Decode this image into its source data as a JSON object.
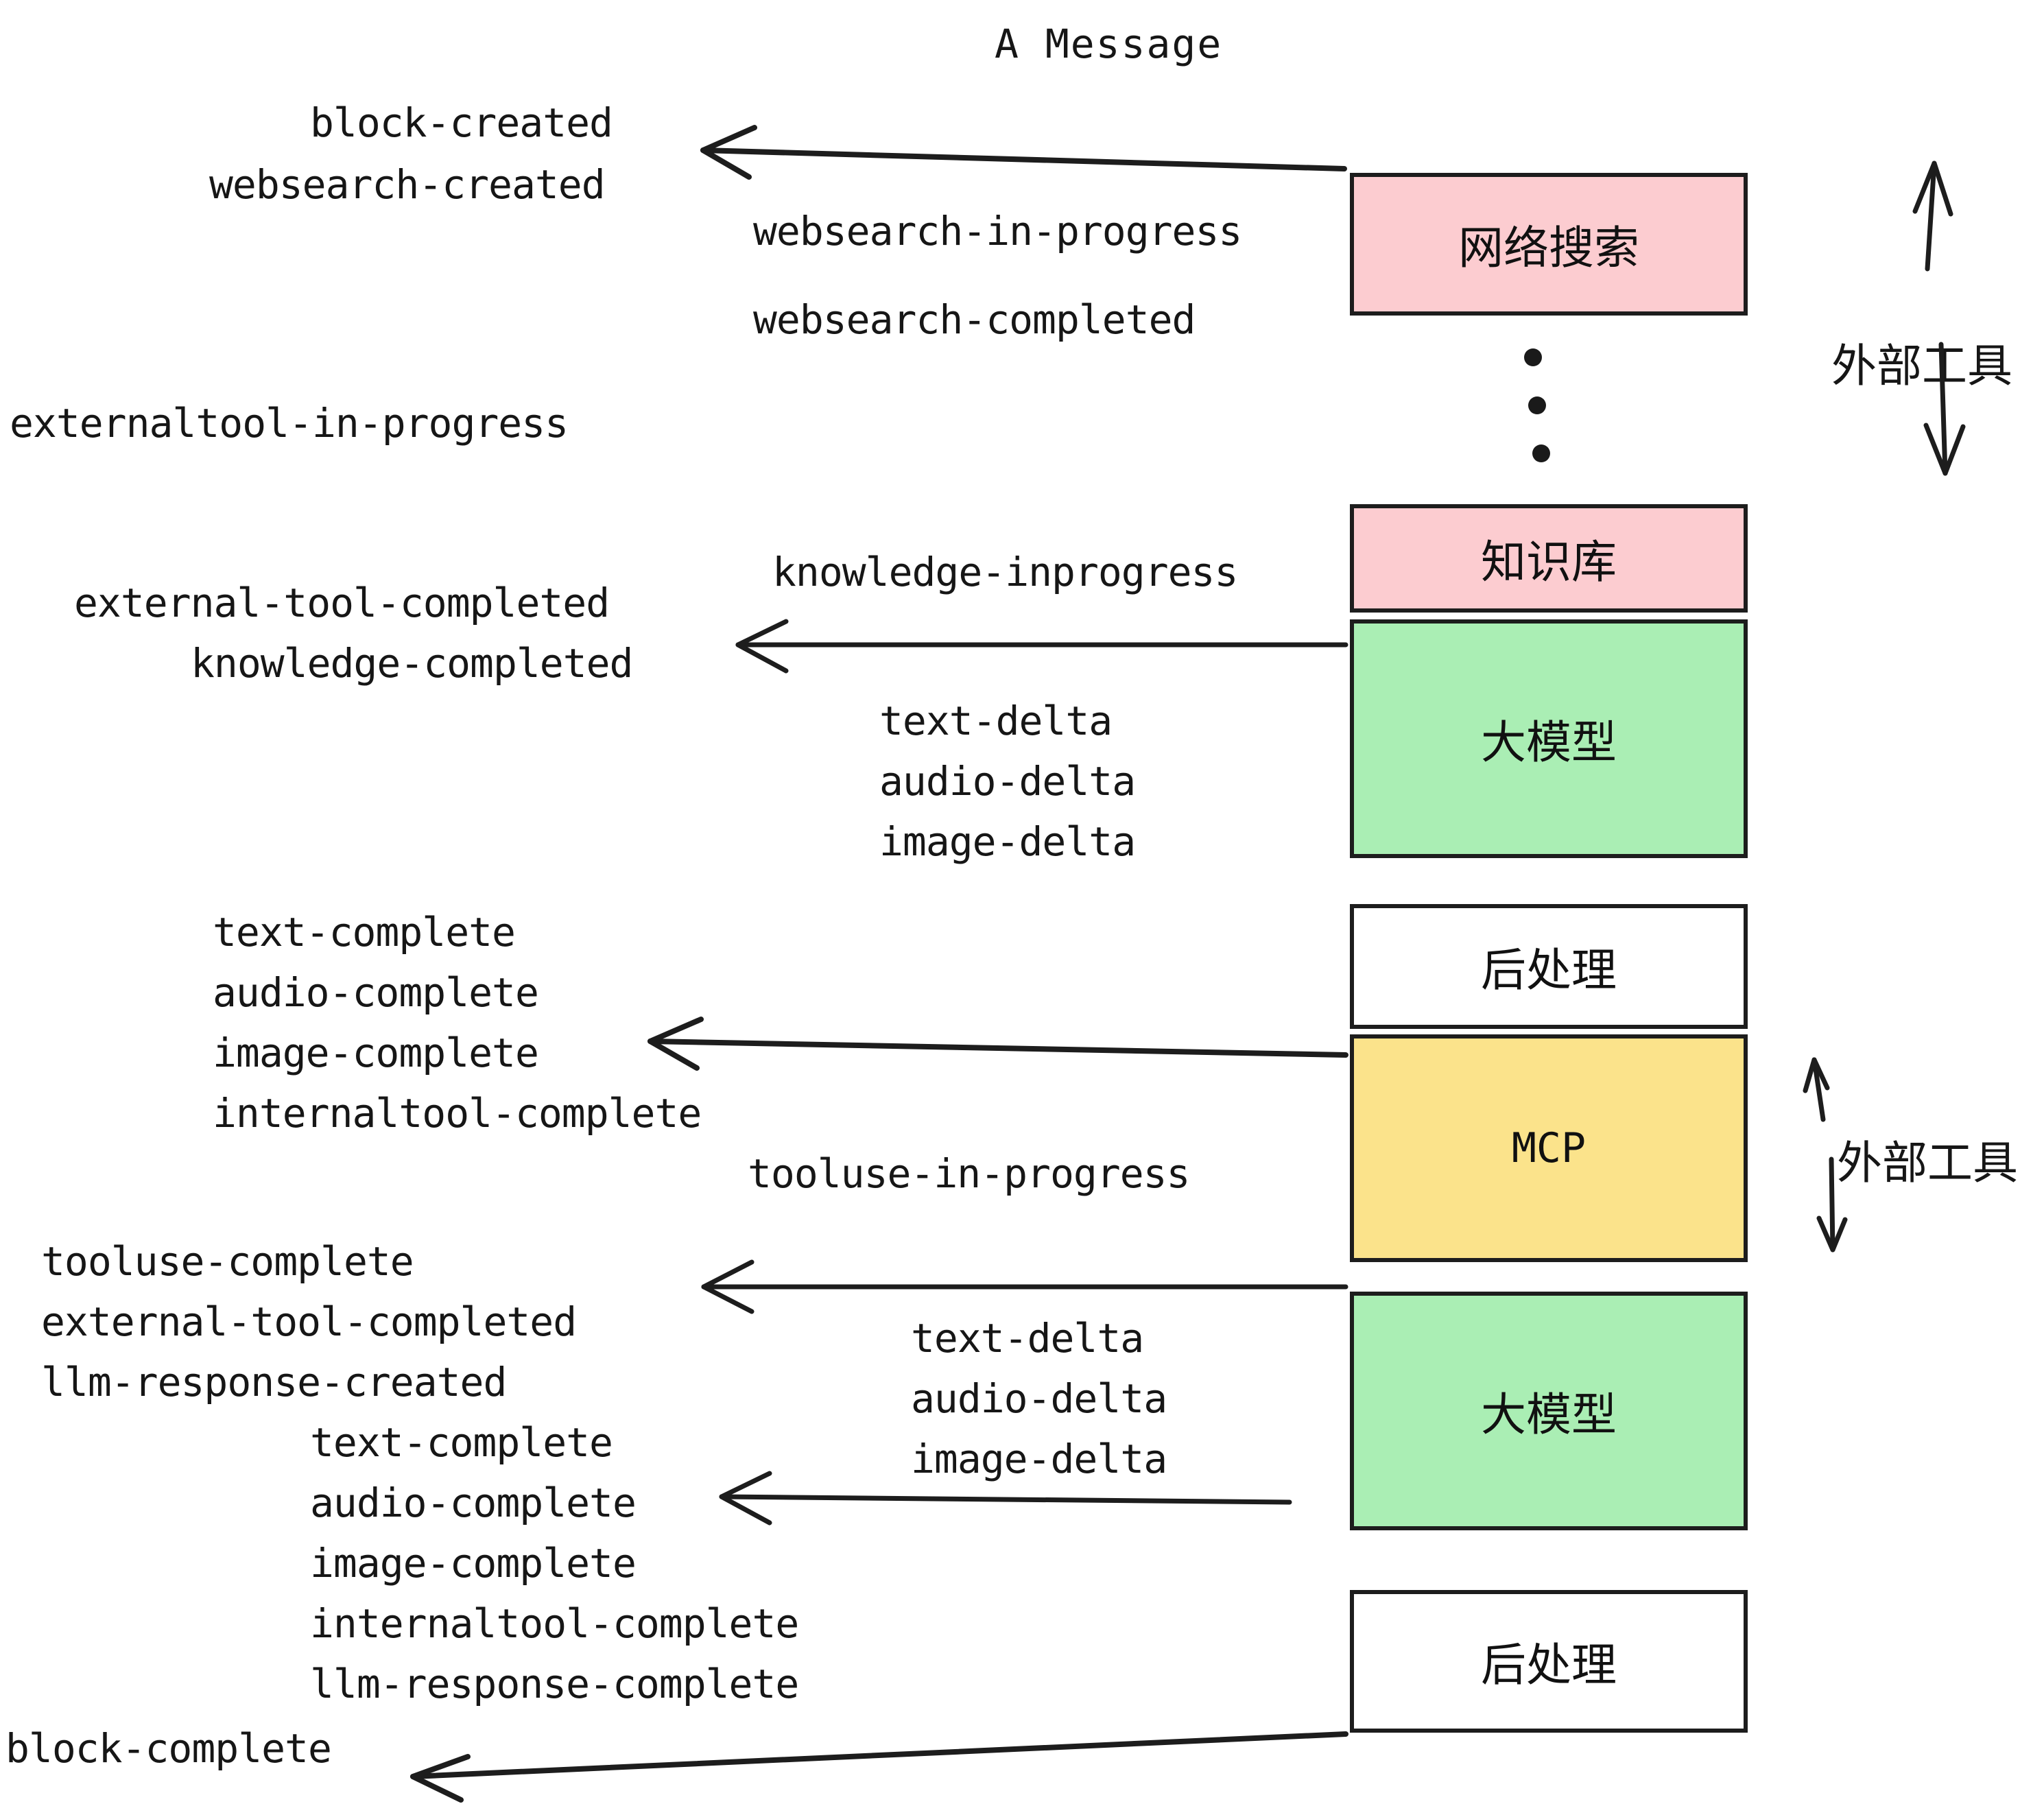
{
  "diagram": {
    "title": "A Message",
    "type": "sequence-flow",
    "background": "#ffffff",
    "stroke": "#1d1d1d",
    "colors": {
      "pink": "#fcccd0",
      "green": "#aaeeb4",
      "yellow": "#fbe38b",
      "white": "#ffffff",
      "ink": "#1a1a1a"
    }
  },
  "nodes": [
    {
      "id": "websearch",
      "label": "网络搜索",
      "color": "#fcccd0",
      "kind": "external-tool"
    },
    {
      "id": "knowledge",
      "label": "知识库",
      "color": "#fcccd0",
      "kind": "external-tool"
    },
    {
      "id": "llm1",
      "label": "大模型",
      "color": "#aaeeb4",
      "kind": "model"
    },
    {
      "id": "post1",
      "label": "后处理",
      "color": "#ffffff",
      "kind": "postprocess"
    },
    {
      "id": "mcp",
      "label": "MCP",
      "color": "#fbe38b",
      "kind": "external-tool"
    },
    {
      "id": "llm2",
      "label": "大模型",
      "color": "#aaeeb4",
      "kind": "model"
    },
    {
      "id": "post2",
      "label": "后处理",
      "color": "#ffffff",
      "kind": "postprocess"
    }
  ],
  "annotations": {
    "external_tool_top": "外部工具",
    "external_tool_bottom": "外部工具"
  },
  "events": {
    "group_block_created": [
      "block-created",
      "websearch-created"
    ],
    "group_websearch": [
      "websearch-in-progress",
      "websearch-completed"
    ],
    "externaltool_in_progress": "externaltool-in-progress",
    "group_knowledge_mid": [
      "knowledge-inprogress"
    ],
    "group_external_knowledge_completed": [
      "external-tool-completed",
      "knowledge-completed"
    ],
    "group_deltas_1": [
      "text-delta",
      "audio-delta",
      "image-delta"
    ],
    "group_completes_1": [
      "text-complete",
      "audio-complete",
      "image-complete",
      "internaltool-complete"
    ],
    "tooluse_in_progress": "tooluse-in-progress",
    "group_tooluse_complete": [
      "tooluse-complete",
      "external-tool-completed",
      "llm-response-created"
    ],
    "group_deltas_2": [
      "text-delta",
      "audio-delta",
      "image-delta"
    ],
    "group_completes_2": [
      "text-complete",
      "audio-complete",
      "image-complete",
      "internaltool-complete",
      "llm-response-complete"
    ],
    "block_complete": "block-complete"
  }
}
